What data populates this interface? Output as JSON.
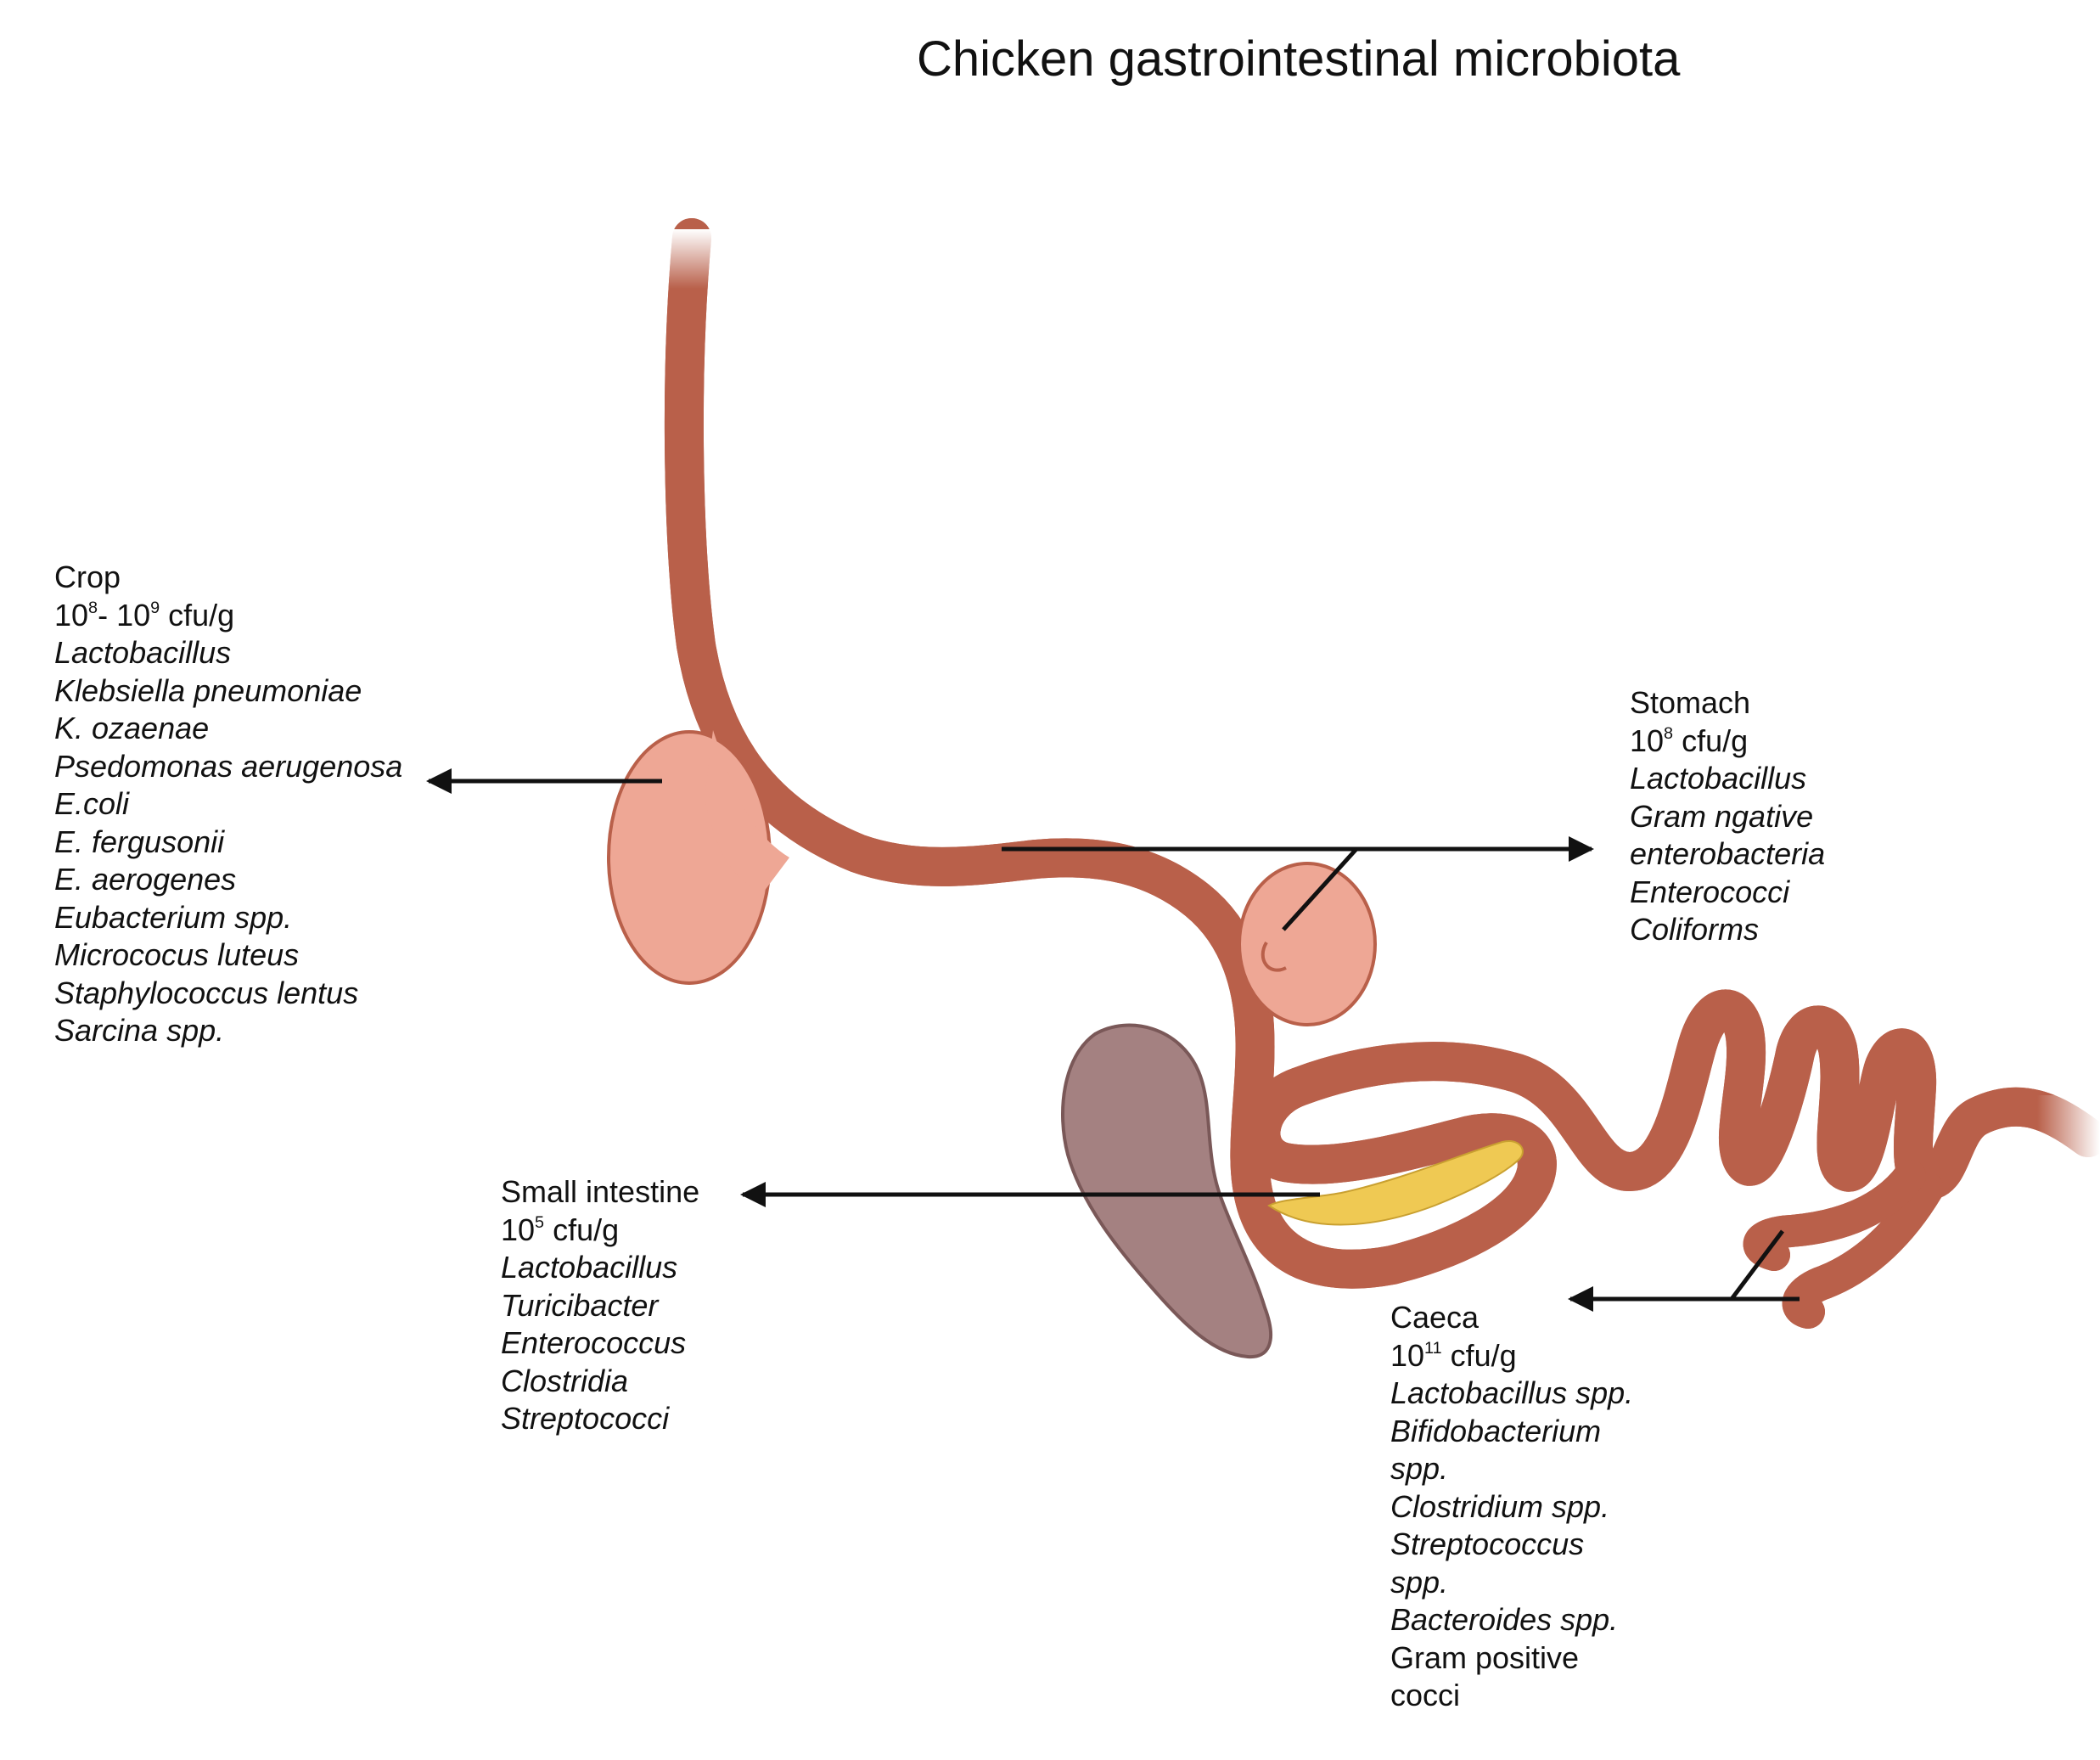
{
  "title": "Chicken gastrointestinal microbiota",
  "colors": {
    "tract_fill": "#eea795",
    "tract_outline": "#b9604a",
    "pancreas": "#efc953",
    "liver": "#a48181",
    "arrow": "#111111"
  },
  "labels": {
    "crop": {
      "name": "Crop",
      "count_base1": "10",
      "count_exp1": "8",
      "count_sep": "- ",
      "count_base2": "10",
      "count_exp2": "9",
      "count_unit": " cfu/g",
      "taxa": [
        "Lactobacillus",
        "Klebsiella pneumoniae",
        "K. ozaenae",
        "Psedomonas aerugenosa",
        "E.coli",
        "E. fergusonii",
        "E. aerogenes",
        "Eubacterium spp.",
        "Micrococus luteus",
        "Staphylococcus lentus",
        "Sarcina spp."
      ]
    },
    "stomach": {
      "name": "Stomach",
      "count_base": "10",
      "count_exp": "8",
      "count_unit": " cfu/g",
      "taxa": [
        "Lactobacillus",
        "Gram ngative",
        "enterobacteria",
        "Enterococci",
        "Coliforms"
      ]
    },
    "small_intestine": {
      "name": "Small intestine",
      "count_base": "10",
      "count_exp": "5",
      "count_unit": " cfu/g",
      "taxa": [
        "Lactobacillus",
        "Turicibacter",
        "Enterococcus",
        "Clostridia",
        "Streptococci"
      ]
    },
    "caeca": {
      "name": "Caeca",
      "count_base": "10",
      "count_exp": "11",
      "count_unit": " cfu/g",
      "taxa": [
        "Lactobacillus spp.",
        "Bifidobacterium",
        "spp.",
        "Clostridium spp.",
        "Streptococcus",
        "spp.",
        "Bacteroides spp."
      ],
      "extra": [
        "Gram positive",
        "cocci"
      ]
    }
  }
}
